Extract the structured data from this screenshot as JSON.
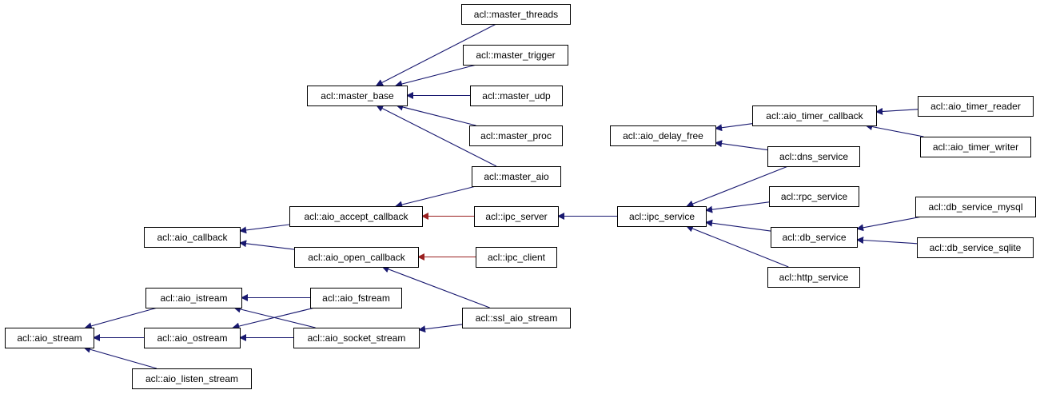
{
  "colors": {
    "inherit_edge": "#191970",
    "private_edge": "#9a2020",
    "node_border": "#000000",
    "background": "#ffffff"
  },
  "nodes": [
    {
      "id": "master_threads",
      "label": "acl::master_threads"
    },
    {
      "id": "master_trigger",
      "label": "acl::master_trigger"
    },
    {
      "id": "master_base",
      "label": "acl::master_base"
    },
    {
      "id": "master_udp",
      "label": "acl::master_udp"
    },
    {
      "id": "master_proc",
      "label": "acl::master_proc"
    },
    {
      "id": "master_aio",
      "label": "acl::master_aio"
    },
    {
      "id": "aio_timer_callback",
      "label": "acl::aio_timer_callback"
    },
    {
      "id": "aio_timer_reader",
      "label": "acl::aio_timer_reader"
    },
    {
      "id": "aio_delay_free",
      "label": "acl::aio_delay_free"
    },
    {
      "id": "aio_timer_writer",
      "label": "acl::aio_timer_writer"
    },
    {
      "id": "dns_service",
      "label": "acl::dns_service"
    },
    {
      "id": "rpc_service",
      "label": "acl::rpc_service"
    },
    {
      "id": "db_service_mysql",
      "label": "acl::db_service_mysql"
    },
    {
      "id": "aio_accept_callback",
      "label": "acl::aio_accept_callback"
    },
    {
      "id": "ipc_server",
      "label": "acl::ipc_server"
    },
    {
      "id": "ipc_service",
      "label": "acl::ipc_service"
    },
    {
      "id": "aio_callback",
      "label": "acl::aio_callback"
    },
    {
      "id": "db_service",
      "label": "acl::db_service"
    },
    {
      "id": "db_service_sqlite",
      "label": "acl::db_service_sqlite"
    },
    {
      "id": "aio_open_callback",
      "label": "acl::aio_open_callback"
    },
    {
      "id": "ipc_client",
      "label": "acl::ipc_client"
    },
    {
      "id": "http_service",
      "label": "acl::http_service"
    },
    {
      "id": "aio_istream",
      "label": "acl::aio_istream"
    },
    {
      "id": "aio_fstream",
      "label": "acl::aio_fstream"
    },
    {
      "id": "ssl_aio_stream",
      "label": "acl::ssl_aio_stream"
    },
    {
      "id": "aio_stream",
      "label": "acl::aio_stream"
    },
    {
      "id": "aio_ostream",
      "label": "acl::aio_ostream"
    },
    {
      "id": "aio_socket_stream",
      "label": "acl::aio_socket_stream"
    },
    {
      "id": "aio_listen_stream",
      "label": "acl::aio_listen_stream"
    }
  ],
  "edges": [
    {
      "from": "master_threads",
      "to": "master_base",
      "kind": "inherit"
    },
    {
      "from": "master_trigger",
      "to": "master_base",
      "kind": "inherit"
    },
    {
      "from": "master_udp",
      "to": "master_base",
      "kind": "inherit"
    },
    {
      "from": "master_proc",
      "to": "master_base",
      "kind": "inherit"
    },
    {
      "from": "master_aio",
      "to": "master_base",
      "kind": "inherit"
    },
    {
      "from": "master_aio",
      "to": "aio_accept_callback",
      "kind": "inherit"
    },
    {
      "from": "aio_accept_callback",
      "to": "aio_callback",
      "kind": "inherit"
    },
    {
      "from": "aio_open_callback",
      "to": "aio_callback",
      "kind": "inherit"
    },
    {
      "from": "ipc_server",
      "to": "aio_accept_callback",
      "kind": "private"
    },
    {
      "from": "ipc_client",
      "to": "aio_open_callback",
      "kind": "private"
    },
    {
      "from": "ssl_aio_stream",
      "to": "aio_open_callback",
      "kind": "inherit"
    },
    {
      "from": "ssl_aio_stream",
      "to": "aio_socket_stream",
      "kind": "inherit"
    },
    {
      "from": "ipc_service",
      "to": "ipc_server",
      "kind": "inherit"
    },
    {
      "from": "dns_service",
      "to": "ipc_service",
      "kind": "inherit"
    },
    {
      "from": "rpc_service",
      "to": "ipc_service",
      "kind": "inherit"
    },
    {
      "from": "db_service",
      "to": "ipc_service",
      "kind": "inherit"
    },
    {
      "from": "http_service",
      "to": "ipc_service",
      "kind": "inherit"
    },
    {
      "from": "db_service_mysql",
      "to": "db_service",
      "kind": "inherit"
    },
    {
      "from": "db_service_sqlite",
      "to": "db_service",
      "kind": "inherit"
    },
    {
      "from": "aio_timer_callback",
      "to": "aio_delay_free",
      "kind": "inherit"
    },
    {
      "from": "dns_service",
      "to": "aio_delay_free",
      "kind": "inherit"
    },
    {
      "from": "aio_timer_reader",
      "to": "aio_timer_callback",
      "kind": "inherit"
    },
    {
      "from": "aio_timer_writer",
      "to": "aio_timer_callback",
      "kind": "inherit"
    },
    {
      "from": "aio_istream",
      "to": "aio_stream",
      "kind": "inherit"
    },
    {
      "from": "aio_ostream",
      "to": "aio_stream",
      "kind": "inherit"
    },
    {
      "from": "aio_listen_stream",
      "to": "aio_stream",
      "kind": "inherit"
    },
    {
      "from": "aio_fstream",
      "to": "aio_istream",
      "kind": "inherit"
    },
    {
      "from": "aio_fstream",
      "to": "aio_ostream",
      "kind": "inherit"
    },
    {
      "from": "aio_socket_stream",
      "to": "aio_istream",
      "kind": "inherit"
    },
    {
      "from": "aio_socket_stream",
      "to": "aio_ostream",
      "kind": "inherit"
    }
  ]
}
